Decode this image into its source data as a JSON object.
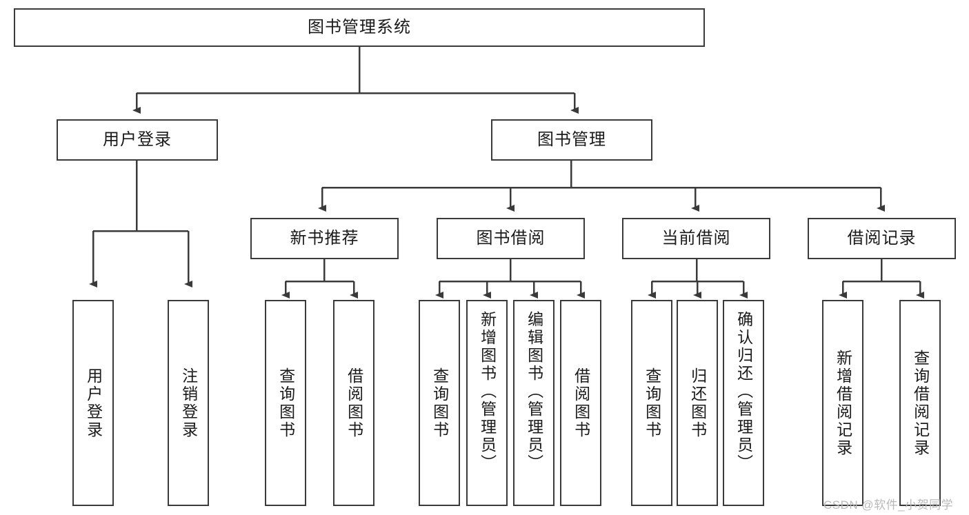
{
  "diagram": {
    "type": "hierarchy-tree",
    "title": "图书管理系统",
    "watermark": "CSDN @软件_小贺同学",
    "colors": {
      "box_border": "#3a3a3a",
      "box_fill": "#ffffff",
      "connector": "#3a3a3a",
      "text": "#1a1a1a",
      "watermark": "#b9b9b9"
    },
    "nodes": {
      "root": {
        "label": "图书管理系统"
      },
      "level2": [
        {
          "label": "用户登录"
        },
        {
          "label": "图书管理"
        }
      ],
      "level3": [
        {
          "label": "新书推荐"
        },
        {
          "label": "图书借阅"
        },
        {
          "label": "当前借阅"
        },
        {
          "label": "借阅记录"
        }
      ],
      "leaves_user_login": [
        {
          "label": "用户登录"
        },
        {
          "label": "注销登录"
        }
      ],
      "leaves_new_books": [
        {
          "label": "查询图书"
        },
        {
          "label": "借阅图书"
        }
      ],
      "leaves_borrow": [
        {
          "label": "查询图书"
        },
        {
          "label": "新增图书（管理员）"
        },
        {
          "label": "编辑图书（管理员）"
        },
        {
          "label": "借阅图书"
        }
      ],
      "leaves_current": [
        {
          "label": "查询图书"
        },
        {
          "label": "归还图书"
        },
        {
          "label": "确认归还（管理员）"
        }
      ],
      "leaves_records": [
        {
          "label": "新增借阅记录"
        },
        {
          "label": "查询借阅记录"
        }
      ]
    }
  }
}
